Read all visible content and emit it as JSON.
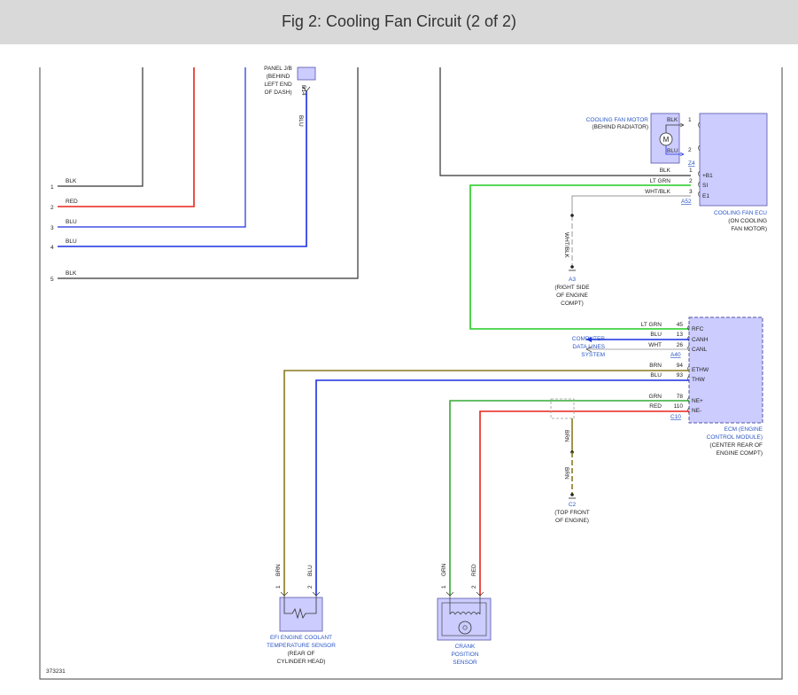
{
  "header": {
    "title": "Fig 2: Cooling Fan Circuit (2 of 2)"
  },
  "colors": {
    "header_bg": "#d9d9d9",
    "wire_black": "#333333",
    "wire_red": "#e8231c",
    "wire_blue": "#1a2ee0",
    "wire_lt_green": "#22cc22",
    "wire_green": "#33aa33",
    "wire_brown": "#8a7a1e",
    "wire_white_black": "#aaaaaa",
    "component_fill": "#ccccff",
    "component_stroke": "#5555aa",
    "label_blue": "#2a56c6"
  },
  "left_wires": [
    {
      "pin": "1",
      "color": "BLK"
    },
    {
      "pin": "2",
      "color": "RED"
    },
    {
      "pin": "3",
      "color": "BLU"
    },
    {
      "pin": "4",
      "color": "BLU"
    },
    {
      "pin": "5",
      "color": "BLK"
    }
  ],
  "dash_panel": {
    "label_lines": [
      "PANEL J/B",
      "(BEHIND",
      "LEFT END",
      "OF DASH)"
    ],
    "pin": "B14",
    "wire_color": "BLU"
  },
  "fan_motor": {
    "name": "COOLING FAN MOTOR",
    "location": "(BEHIND RADIATOR)",
    "symbol": "M",
    "pin_top": "1",
    "pin_bottom": "2",
    "wire_top": "BLK",
    "wire_bottom": "BLU",
    "connector": "Z4"
  },
  "fan_ecu": {
    "name": "COOLING FAN ECU",
    "location_lines": [
      "(ON COOLING",
      "FAN MOTOR)"
    ],
    "connector": "A52",
    "pins": [
      {
        "wire": "BLK",
        "num": "1",
        "term": "+B1"
      },
      {
        "wire": "LT GRN",
        "num": "2",
        "term": "SI"
      },
      {
        "wire": "WHT/BLK",
        "num": "3",
        "term": "E1"
      }
    ]
  },
  "ground_a3": {
    "wire": "WHT/BLK",
    "id": "A3",
    "location_lines": [
      "(RIGHT SIDE",
      "OF ENGINE",
      "COMPT)"
    ]
  },
  "ecm": {
    "name_lines": [
      "ECM (ENGINE",
      "CONTROL MODULE)"
    ],
    "location_lines": [
      "(CENTER REAR OF",
      "ENGINE COMPT)"
    ],
    "connector_a": "A40",
    "connector_c": "C10",
    "pins": [
      {
        "wire": "LT GRN",
        "num": "45",
        "term": "RFC"
      },
      {
        "wire": "BLU",
        "num": "13",
        "term": "CANH"
      },
      {
        "wire": "WHT",
        "num": "26",
        "term": "CANL"
      },
      {
        "wire": "BRN",
        "num": "94",
        "term": "ETHW"
      },
      {
        "wire": "BLU",
        "num": "93",
        "term": "THW"
      },
      {
        "wire": "GRN",
        "num": "78",
        "term": "NE+"
      },
      {
        "wire": "RED",
        "num": "110",
        "term": "NE-"
      }
    ]
  },
  "data_lines": {
    "label_lines": [
      "COMPUTER",
      "DATA LINES",
      "SYSTEM"
    ]
  },
  "ground_c2": {
    "wire_top": "BRN",
    "wire_bottom": "BRN",
    "id": "C2",
    "location_lines": [
      "(TOP FRONT",
      "OF ENGINE)"
    ]
  },
  "coolant_sensor": {
    "name_lines": [
      "EFI ENGINE COOLANT",
      "TEMPERATURE SENSOR"
    ],
    "location_lines": [
      "(REAR OF",
      "CYLINDER HEAD)"
    ],
    "pin1": "1",
    "pin2": "2",
    "wire1": "BRN",
    "wire2": "BLU"
  },
  "crank_sensor": {
    "name_lines": [
      "CRANK",
      "POSITION",
      "SENSOR"
    ],
    "pin1": "1",
    "pin2": "2",
    "wire1": "GRN",
    "wire2": "RED"
  },
  "figure_id": "373231"
}
